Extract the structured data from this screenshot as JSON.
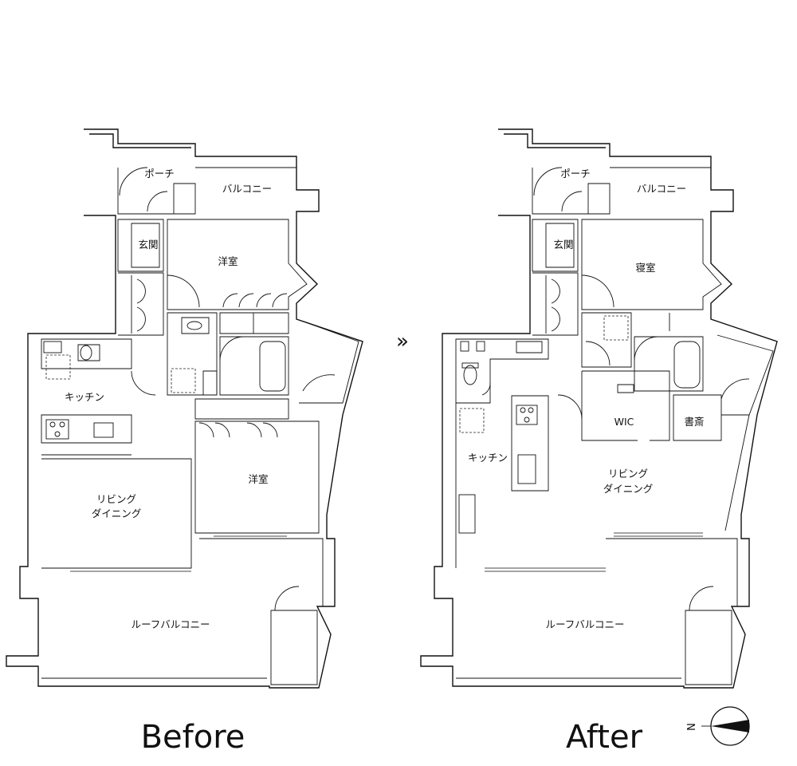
{
  "arrow": "»",
  "compass": {
    "north_label": "N"
  },
  "before": {
    "caption": "Before",
    "rooms": {
      "porch": "ポーチ",
      "balcony": "バルコニー",
      "entrance": "玄関",
      "western_room_top": "洋室",
      "kitchen": "キッチン",
      "living_line1": "リビング",
      "living_line2": "ダイニング",
      "western_room_bottom": "洋室",
      "roof_balcony": "ルーフバルコニー"
    }
  },
  "after": {
    "caption": "After",
    "rooms": {
      "porch": "ポーチ",
      "balcony": "バルコニー",
      "entrance": "玄関",
      "bedroom": "寝室",
      "wic": "WIC",
      "study": "書斎",
      "kitchen": "キッチン",
      "living_line1": "リビング",
      "living_line2": "ダイニング",
      "roof_balcony": "ルーフバルコニー"
    }
  }
}
